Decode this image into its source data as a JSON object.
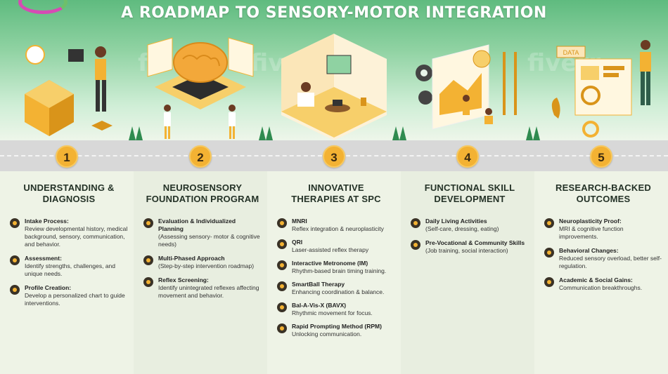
{
  "title": "A ROADMAP TO SENSORY-MOTOR INTEGRATION",
  "colors": {
    "accent": "#f3b233",
    "green": "#5fbb7f",
    "road": "#d8d8d8",
    "dark": "#243227"
  },
  "steps": [
    {
      "number": "1",
      "heading_line1": "UNDERSTANDING &",
      "heading_line2": "DIAGNOSIS",
      "items": [
        {
          "title": "Intake Process:",
          "text": "Review developmental history, medical background, sensory, communication, and behavior."
        },
        {
          "title": "Assessment:",
          "text": "Identify strengths, challenges, and unique needs."
        },
        {
          "title": "Profile Creation:",
          "text": "Develop a personalized chart to guide interventions."
        }
      ]
    },
    {
      "number": "2",
      "heading_line1": "NEUROSENSORY",
      "heading_line2": "FOUNDATION PROGRAM",
      "items": [
        {
          "title": "Evaluation & Individualized Planning",
          "text": "(Assessing sensory- motor & cognitive needs)"
        },
        {
          "title": "Multi-Phased Approach",
          "text": "(Step-by-step intervention roadmap)"
        },
        {
          "title": "Reflex Screening:",
          "text": "Identify unintegrated reflexes affecting movement and behavior."
        }
      ]
    },
    {
      "number": "3",
      "heading_line1": "INNOVATIVE",
      "heading_line2": "THERAPIES AT SPC",
      "items": [
        {
          "title": "MNRI",
          "text": "Reflex integration & neuroplasticity"
        },
        {
          "title": "QRI",
          "text": "Laser-assisted reflex therapy"
        },
        {
          "title": "Interactive Metronome (IM)",
          "text": "Rhythm-based brain timing training."
        },
        {
          "title": "SmartBall Therapy",
          "text": "Enhancing coordination & balance."
        },
        {
          "title": "Bal-A-Vis-X (BAVX)",
          "text": "Rhythmic movement for focus."
        },
        {
          "title": "Rapid Prompting Method (RPM)",
          "text": "Unlocking communication."
        }
      ]
    },
    {
      "number": "4",
      "heading_line1": "FUNCTIONAL SKILL",
      "heading_line2": "DEVELOPMENT",
      "items": [
        {
          "title": "Daily Living Activities",
          "text": "(Self-care, dressing, eating)"
        },
        {
          "title": "Pre-Vocational & Community Skills",
          "text": "(Job training, social interaction)"
        }
      ]
    },
    {
      "number": "5",
      "heading_line1": "RESEARCH-BACKED",
      "heading_line2": "OUTCOMES",
      "items": [
        {
          "title": "Neuroplasticity Proof:",
          "text": "MRI & cognitive function improvements."
        },
        {
          "title": "Behavioral Changes:",
          "text": "Reduced sensory overload, better self-regulation."
        },
        {
          "title": "Academic & Social Gains:",
          "text": "Communication breakthroughs."
        }
      ]
    }
  ],
  "scene_labels": {
    "data_sign": "DATA"
  },
  "watermark": "fiverr."
}
